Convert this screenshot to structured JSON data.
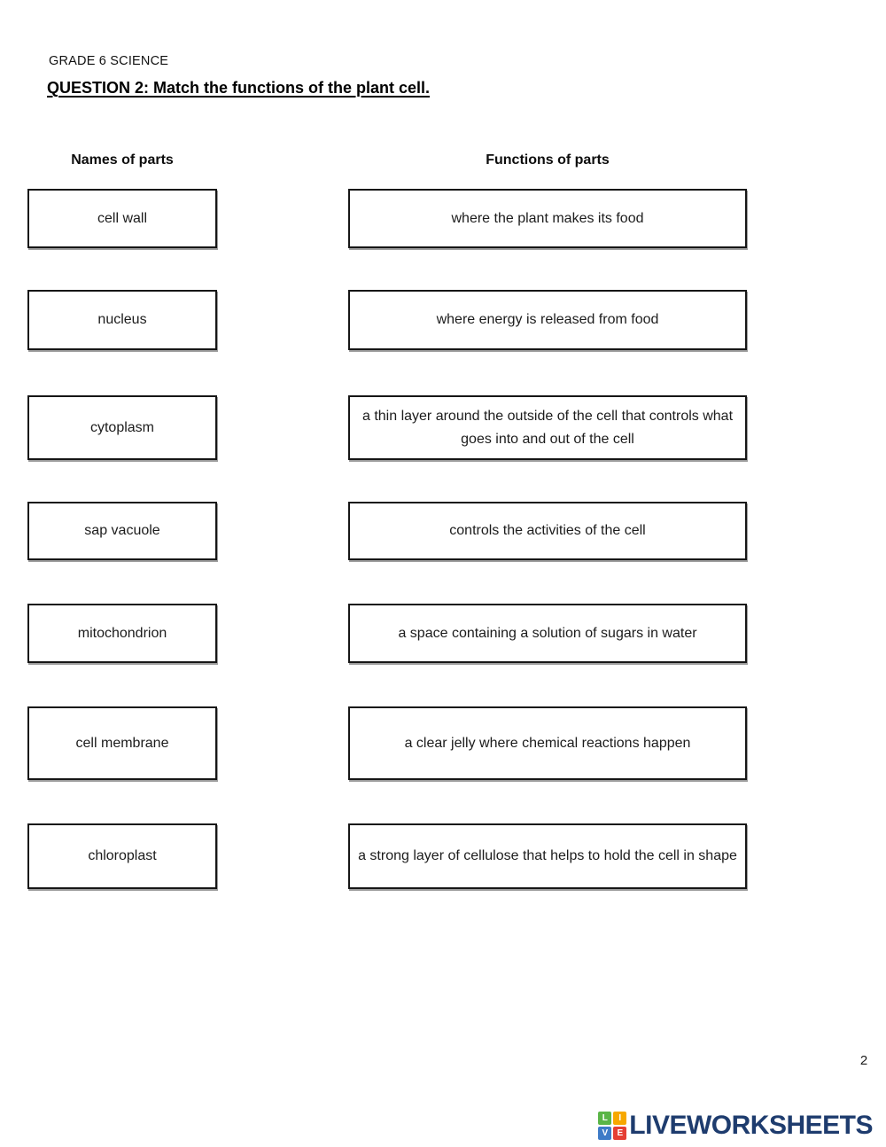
{
  "page": {
    "grade_label": "GRADE 6 SCIENCE",
    "title": "QUESTION 2: Match the functions of the plant cell.",
    "page_number": "2"
  },
  "columns": {
    "left_header": "Names of parts",
    "right_header": "Functions of parts"
  },
  "rows": [
    {
      "name": "cell wall",
      "function": "where the plant makes its food"
    },
    {
      "name": "nucleus",
      "function": "where energy is released from food"
    },
    {
      "name": "cytoplasm",
      "function": "a thin layer around the outside of the cell that controls what goes into and out of the cell"
    },
    {
      "name": "sap vacuole",
      "function": "controls the activities of the cell"
    },
    {
      "name": "mitochondrion",
      "function": "a space containing a solution of sugars in water"
    },
    {
      "name": "cell membrane",
      "function": "a clear jelly where chemical reactions happen"
    },
    {
      "name": "chloroplast",
      "function": "a strong layer of cellulose that helps to hold the cell in shape"
    }
  ],
  "branding": {
    "logo_text": "LIVEWORKSHEETS",
    "logo_text_color": "#1e3c6e",
    "logo_squares": [
      {
        "letter": "L",
        "color": "#5ab547"
      },
      {
        "letter": "I",
        "color": "#f7a800"
      },
      {
        "letter": "V",
        "color": "#3e7bc7"
      },
      {
        "letter": "E",
        "color": "#e53e33"
      }
    ]
  }
}
